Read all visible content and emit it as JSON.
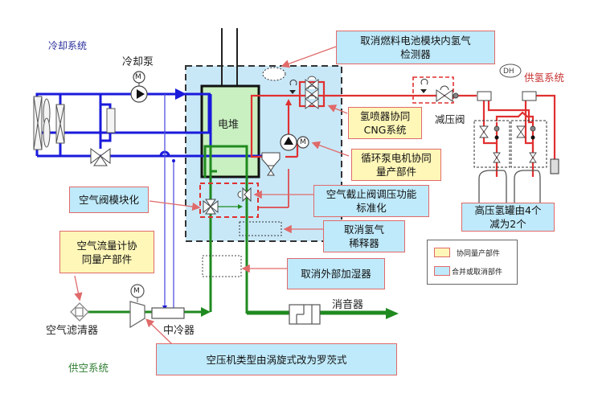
{
  "systems": {
    "cooling": "冷却系统",
    "hydrogen": "供氢系统",
    "air": "供空系统"
  },
  "components": {
    "cooling_pump": "冷却泵",
    "stack": "电堆",
    "pressure_reducer": "减压阀",
    "air_filter": "空气滤清器",
    "intercooler": "中冷器",
    "muffler": "消音器",
    "dh_symbol": "DH",
    "motor_symbol": "M"
  },
  "callouts": {
    "remove_h2_detector": "取消燃料电池模块内氢气检测器",
    "injector_cng": "氢喷器协同CNG系统",
    "pump_motor_shared": "循环泵电机协同量产部件",
    "air_valve_module": "空气阀模块化",
    "air_flowmeter_shared": "空气流量计协同量产部件",
    "shutoff_valve_std": "空气截止阀调压功能标准化",
    "remove_h2_diluter": "取消氢气稀释器",
    "remove_humidifier": "取消外部加湿器",
    "tank_reduction": "高压氢罐由4个减为2个",
    "compressor_type": "空压机类型由涡旋式改为罗茨式"
  },
  "callout_lines": {
    "remove_h2_detector": [
      "取消燃料电池模块内氢气",
      "检测器"
    ],
    "injector_cng": [
      "氢喷器协同",
      "CNG系统"
    ],
    "pump_motor_shared": [
      "循环泵电机协同",
      "量产部件"
    ],
    "air_flowmeter_shared": [
      "空气流量计协",
      "同量产部件"
    ],
    "shutoff_valve_std": [
      "空气截止阀调压功能",
      "标准化"
    ],
    "remove_h2_diluter": [
      "取消氢气",
      "稀释器"
    ],
    "tank_reduction": [
      "高压氢罐由4个",
      "减为2个"
    ]
  },
  "legend": {
    "items": [
      {
        "label": "协同量产部件",
        "color": "#fff7b8"
      },
      {
        "label": "合并或取消部件",
        "color": "#bfeafb"
      }
    ]
  },
  "colors": {
    "coolant": "#1a1adb",
    "hydrogen": "#e03030",
    "air": "#1f8a1f",
    "module_bg": "#c8e8f8",
    "stack_fill": "#c8f0c0",
    "callout_border": "#e06a6a"
  }
}
